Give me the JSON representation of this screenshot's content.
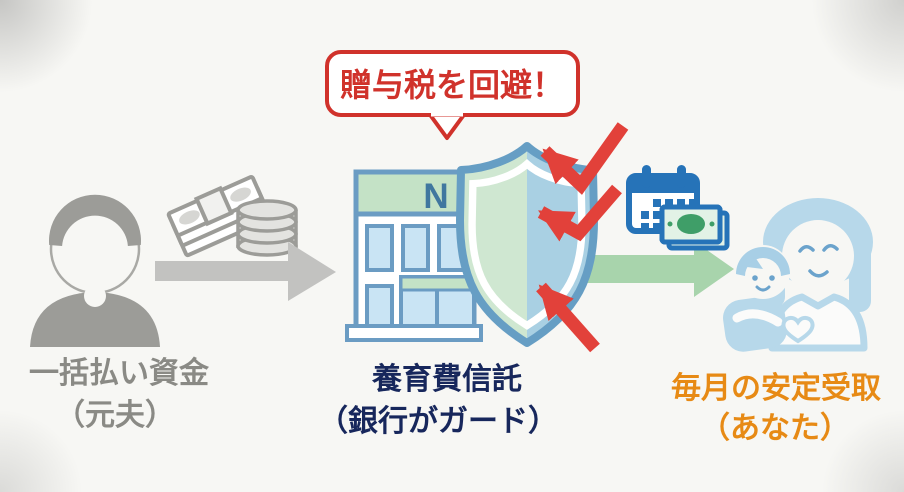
{
  "callout": {
    "text": "贈与税を回避！"
  },
  "bank": {
    "letter": "N"
  },
  "labels": {
    "source": {
      "line1": "一括払い資金",
      "line2": "（元夫）"
    },
    "trust": {
      "line1": "養育費信託",
      "line2": "（銀行がガード）"
    },
    "recipient": {
      "line1": "毎月の安定受取",
      "line2": "（あなた）"
    }
  },
  "colors": {
    "callout_red": "#d0322b",
    "deflect_arrow_red": "#e2413a",
    "source_text_gray": "#8a8a85",
    "trust_text_navy": "#17275c",
    "recipient_text_orange": "#e78a15",
    "icon_gray": "#9c9c98",
    "transfer_arrow_gray": "#c2c2c0",
    "bank_outline_blue": "#6b9cc3",
    "bank_band_green": "#c4e2c6",
    "window_blue": "#c9e4f4",
    "shield_green": "#cfe7d1",
    "shield_blue": "#a9d0e3",
    "payout_arrow_green": "#a8d4ac",
    "calendar_blue": "#2673b8",
    "banknote_green": "#e2f2e6",
    "banknote_oval_green": "#3f9e68",
    "family_light_blue": "#b7d8ea",
    "background": "#f7f7f4"
  }
}
